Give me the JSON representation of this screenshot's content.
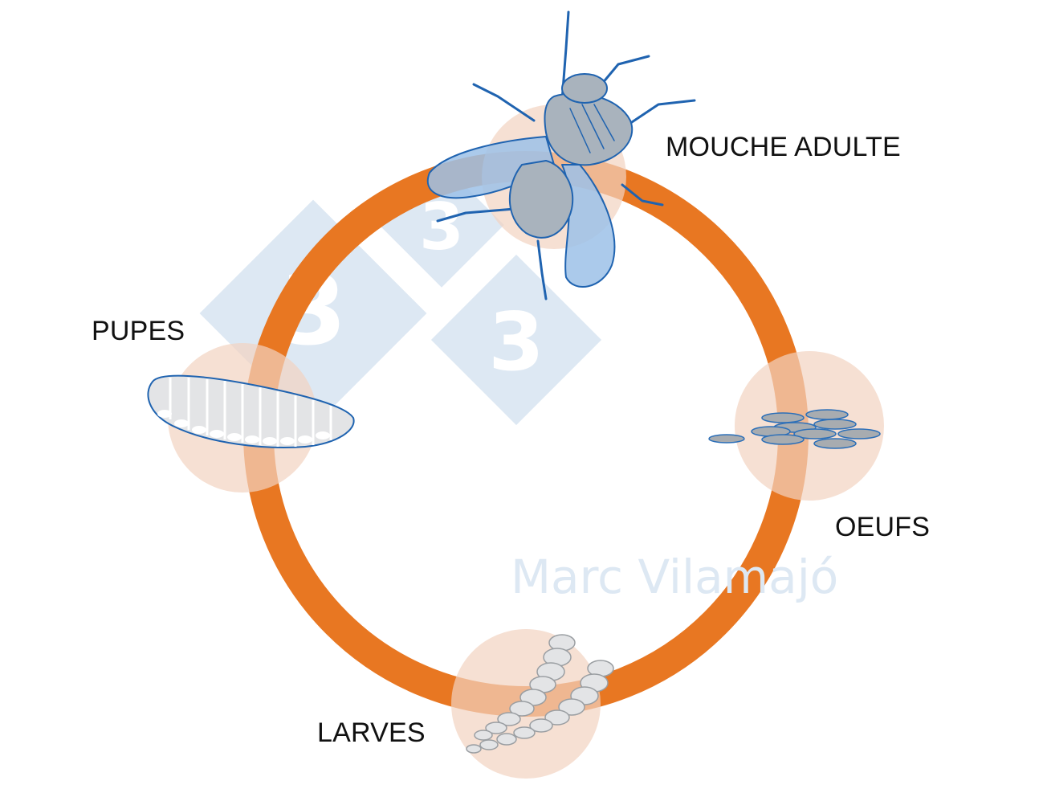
{
  "diagram": {
    "stages": {
      "adult": {
        "label": "MOUCHE ADULTE",
        "icon": "fly-icon"
      },
      "eggs": {
        "label": "OEUFS",
        "icon": "eggs-icon"
      },
      "larvae": {
        "label": "LARVES",
        "icon": "larvae-icon"
      },
      "pupae": {
        "label": "PUPES",
        "icon": "pupa-icon"
      }
    },
    "watermark": {
      "text": "Marc Vilamajó",
      "logo_glyph": "3"
    },
    "colors": {
      "cycle_ring": "#e87722",
      "stage_halo": "#f2d3c0",
      "fly_outline": "#1f63b0",
      "fly_fill": "#9cc1e8",
      "watermark": "#dde8f3",
      "label_text": "#111111"
    }
  }
}
